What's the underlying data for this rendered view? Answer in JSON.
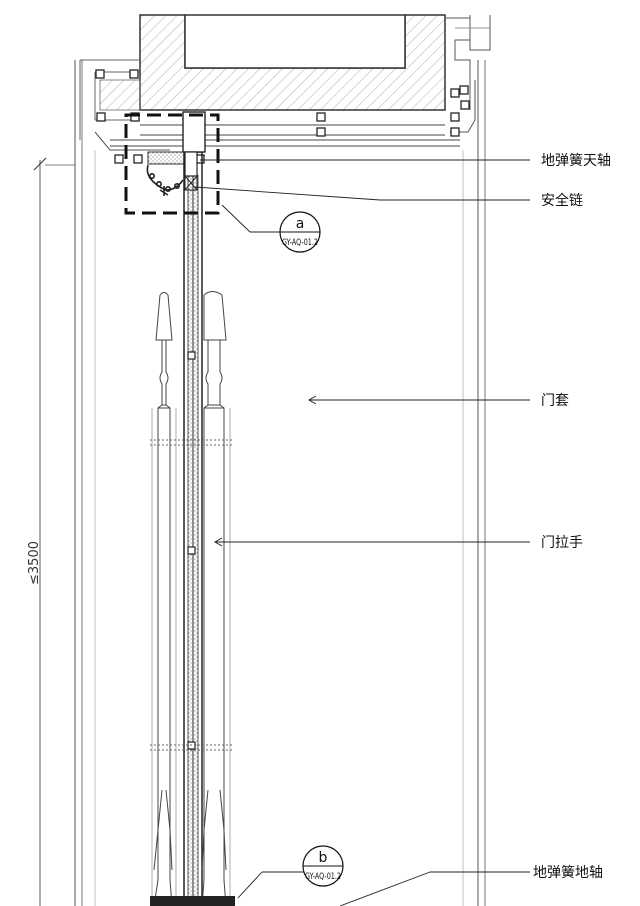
{
  "labels": {
    "floor_spring_top_pivot": "地弹簧天轴",
    "safety_chain": "安全链",
    "door_casing": "门套",
    "door_handle": "门拉手",
    "floor_spring_bottom_pivot": "地弹簧地轴"
  },
  "detail_a": {
    "letter": "a",
    "ref": "GY-AQ-01.2"
  },
  "detail_b": {
    "letter": "b",
    "ref": "GY-AQ-01.2"
  },
  "dimension": {
    "text": "≤3500"
  }
}
